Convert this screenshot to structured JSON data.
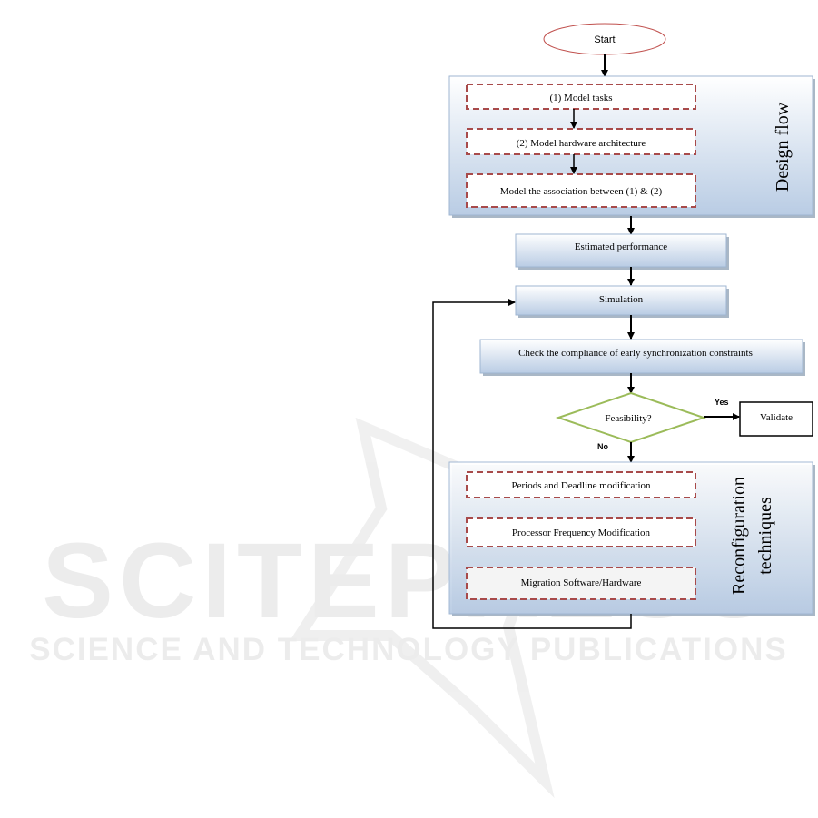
{
  "watermark": {
    "line1": "SCITEPRESS",
    "line2": "SCIENCE AND TECHNOLOGY PUBLICATIONS"
  },
  "flow": {
    "start": "Start",
    "design_flow": {
      "label": "Design flow",
      "steps": [
        "(1) Model tasks",
        "(2) Model hardware architecture",
        "Model the association between (1) & (2)"
      ]
    },
    "estimated_performance": "Estimated performance",
    "simulation": "Simulation",
    "check": "Check the compliance of early synchronization constraints",
    "decision": "Feasibility?",
    "yes_label": "Yes",
    "no_label": "No",
    "validate": "Validate",
    "reconfiguration": {
      "label_line1": "Reconfiguration",
      "label_line2": "techniques",
      "steps": [
        "Periods and Deadline modification",
        "Processor Frequency Modification",
        "Migration Software/Hardware"
      ]
    }
  },
  "colors": {
    "dashed_border": "#a84a4a",
    "box_border": "#8fa8c8",
    "diamond": "#9bbb59",
    "ellipse": "#c0504d"
  }
}
